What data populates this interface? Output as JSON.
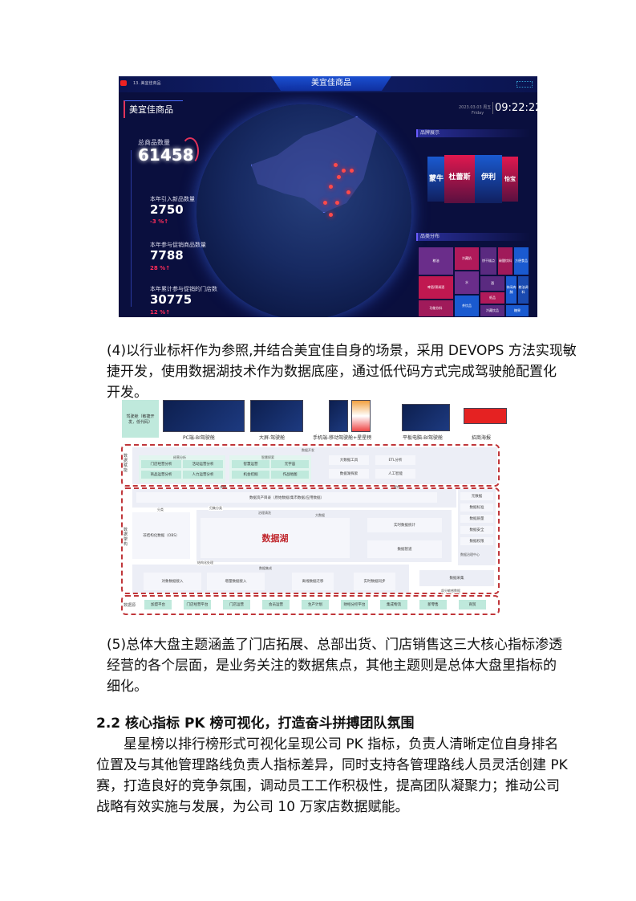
{
  "dashboard": {
    "app_tab": "13. 美宜佳商品",
    "header_title": "美宜佳商品",
    "panel_title": "美宜佳商品",
    "date": "2023.03.03 周五",
    "weekday": "Friday",
    "time": "09:22:22",
    "total_label": "总商品数量",
    "total_value": "61458",
    "stats": [
      {
        "label": "本年引入新品数量",
        "value": "2750",
        "change": "-3 %↑"
      },
      {
        "label": "本年参与促销商品数量",
        "value": "7788",
        "change": "28 %↑"
      },
      {
        "label": "本年累计参与促销的门店数",
        "value": "30775",
        "change": "12 %↑"
      }
    ],
    "brand_panel": "品牌展示",
    "brands": [
      "蒙牛",
      "杜蕾斯",
      "伊利",
      "怡宝"
    ],
    "category_panel": "品类分布",
    "categories": [
      "粮油",
      "冷藏奶",
      "饼干糕点",
      "碳酸饮料",
      "方便食品",
      "啤酒/预调酒",
      "水",
      "酒",
      "休闲肉脯",
      "粮油调料",
      "纸品",
      "功能饮料",
      "茶饮品",
      "冷藏饮品",
      "糖果"
    ],
    "colors": {
      "bg": "#0a0f3e",
      "accent_red": "#ff2d5a",
      "accent_blue": "#1a4fd0"
    }
  },
  "para4": [
    "(4)以行业标杆作为参照,并结合美宜佳自身的场景，采用 DEVOPS 方法实现敏",
    "捷开发，使用数据湖技术作为数据底座，通过低代码方式完成驾驶舱配置化",
    "开发。"
  ],
  "diagram": {
    "cockpit": "驾驶舱（敏捷开发，低代码）",
    "thumbs": [
      "PC端-BI驾驶舱",
      "大屏-驾驶舱",
      "手机端-移动驾驶舱+星星榜",
      "平板电脑-BI驾驶舱",
      "招商海报"
    ],
    "enable": {
      "label": "数据赋能",
      "title": "数据开发",
      "g1": {
        "title": "经营分析",
        "items": [
          "门店经营分析",
          "活动运营分析",
          "商品运营分析",
          "人力运营分析"
        ]
      },
      "g2": {
        "title": "智慧探索",
        "items": [
          "智慧运营",
          "元宇宙",
          "机会挖掘",
          "作战地图"
        ]
      },
      "tools": [
        "大数据工具",
        "ETL分析",
        "数据湖探索",
        "人工智能"
      ]
    },
    "arch": {
      "label": "数据架构",
      "publish": "发布",
      "provide": "提供",
      "catalog": "数据资产目录（原始数据/集市数据/应用数据）",
      "classify": "分类",
      "collect": "归集分类",
      "clean": "治理清洗",
      "bigdata": "大数据",
      "obs": "非结构化数据（OBS）",
      "lake": "数据湖",
      "rt_stat": "实时数据统计",
      "pipe": "数据管道",
      "struct": "结构化处理",
      "integration": "数据集成",
      "ingest": [
        "对象数据接入",
        "增量数据接入",
        "离线数据迁移",
        "实时数据同步"
      ],
      "collect_box": "数据采集",
      "sensitive": "部分敏感数据",
      "gov": [
        "元数据",
        "数据标准",
        "数据质量",
        "数据安全",
        "数据权限"
      ],
      "gov_center": "数据治理中心"
    },
    "source": {
      "label": "数据源",
      "items": [
        "加盟平台",
        "门店经营平台",
        "门店运营",
        "会员运营",
        "生产计划",
        "财经分控平台",
        "集成物流",
        "新零售",
        "商贸"
      ]
    }
  },
  "para5": [
    "(5)总体大盘主题涵盖了门店拓展、总部出货、门店销售这三大核心指标渗透",
    "经营的各个层面，是业务关注的数据焦点，其他主题则是总体大盘里指标的",
    "细化。"
  ],
  "heading": "2.2 核心指标 PK 榜可视化，打造奋斗拼搏团队氛围",
  "para6": [
    "星星榜以排行榜形式可视化呈现公司 PK 指标，负责人清晰定位自身排名",
    "位置及与其他管理路线负责人指标差异，同时支持各管理路线人员灵活创建 PK",
    "赛，打造良好的竞争氛围，调动员工工作积极性，提高团队凝聚力；推动公司",
    "战略有效实施与发展，为公司 10 万家店数据赋能。"
  ]
}
